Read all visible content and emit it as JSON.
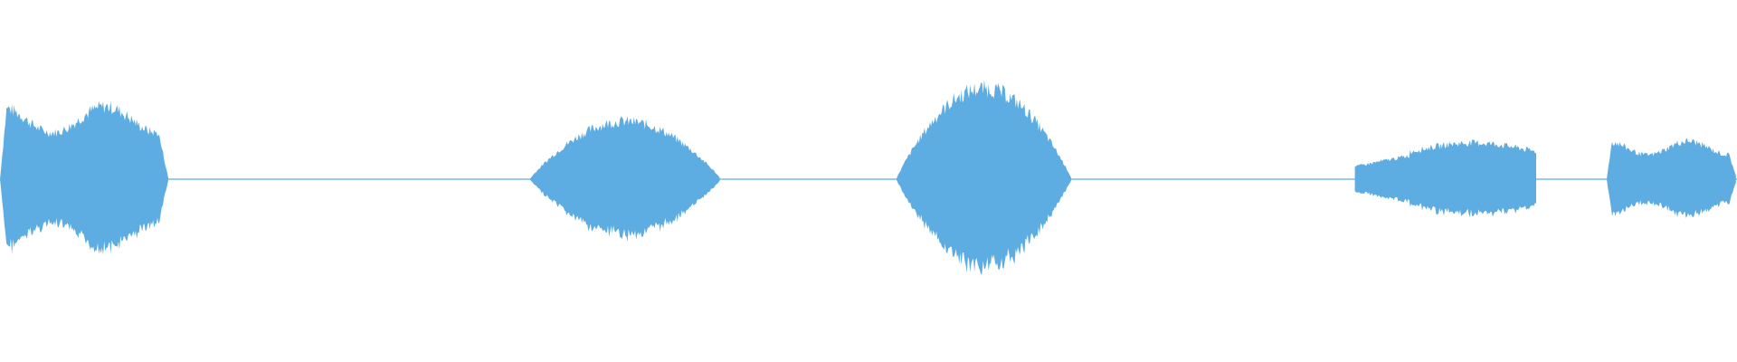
{
  "waveform": {
    "color": "#5DADE2",
    "background": "#FFFFFF",
    "segments": [
      {
        "start": 0.0,
        "end": 0.097,
        "peak": 0.44,
        "shape": "double-lobe"
      },
      {
        "start": 0.305,
        "end": 0.415,
        "peak": 0.35,
        "shape": "bell"
      },
      {
        "start": 0.516,
        "end": 0.617,
        "peak": 0.55,
        "shape": "bell"
      },
      {
        "start": 0.78,
        "end": 0.885,
        "peak": 0.22,
        "shape": "taper-in"
      },
      {
        "start": 0.925,
        "end": 1.0,
        "peak": 0.23,
        "shape": "double-lobe"
      }
    ]
  }
}
